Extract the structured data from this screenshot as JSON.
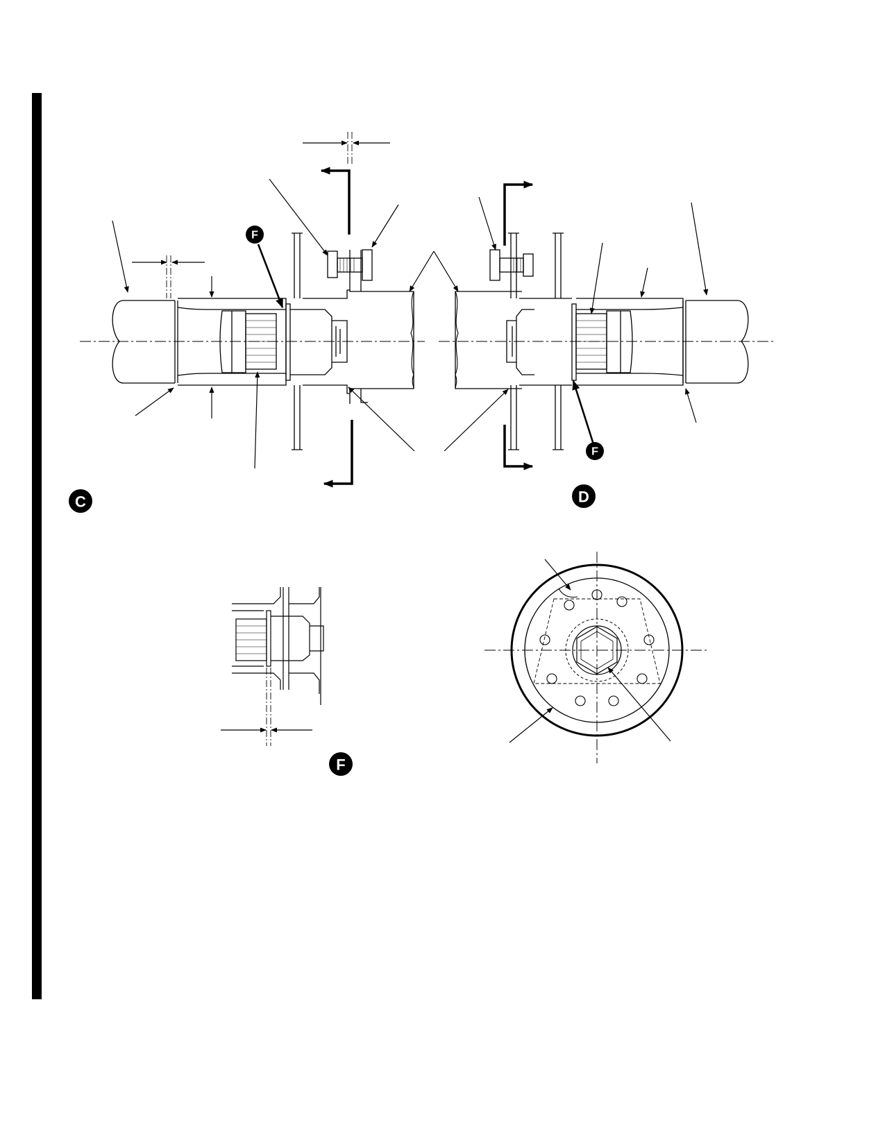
{
  "figure": {
    "view_labels": {
      "c": "C",
      "d": "D",
      "f": "F"
    },
    "detail_callouts": {
      "f_upper_left": "F",
      "f_lower_right": "F"
    }
  },
  "colors": {
    "line": "#000000",
    "badge_fill": "#000000",
    "badge_text": "#ffffff",
    "background": "#ffffff"
  }
}
